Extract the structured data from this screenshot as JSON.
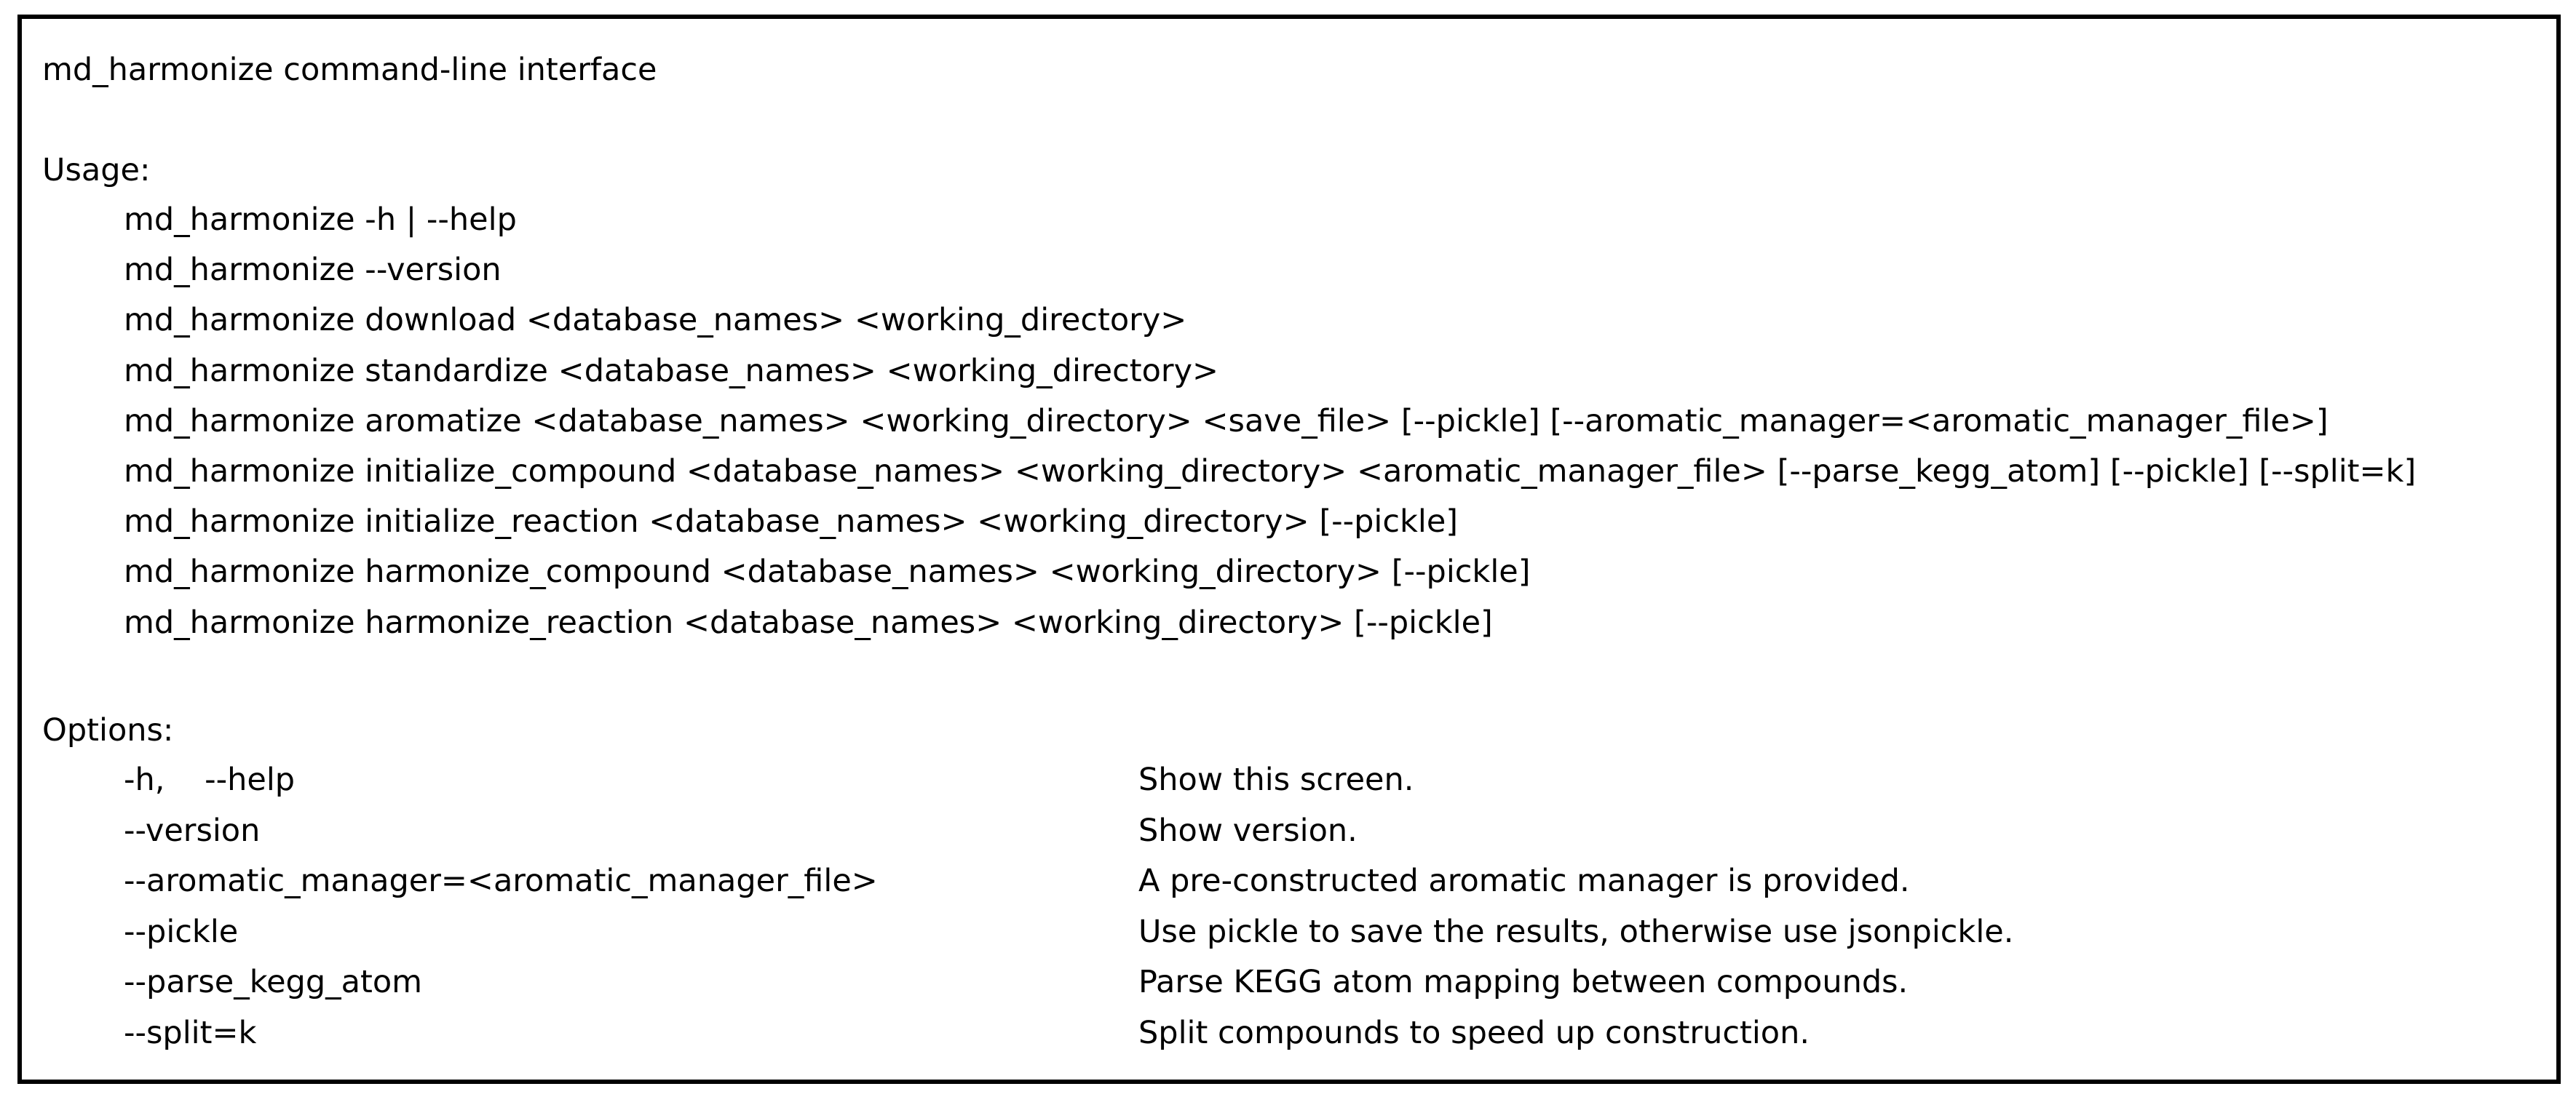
{
  "title": "md_harmonize command-line interface",
  "usage": {
    "heading": "Usage:",
    "lines": [
      "md_harmonize -h | --help",
      "md_harmonize --version",
      "md_harmonize download <database_names> <working_directory>",
      "md_harmonize standardize <database_names> <working_directory>",
      "md_harmonize aromatize <database_names> <working_directory> <save_file> [--pickle] [--aromatic_manager=<aromatic_manager_file>]",
      "md_harmonize initialize_compound <database_names> <working_directory> <aromatic_manager_file> [--parse_kegg_atom] [--pickle] [--split=k]",
      "md_harmonize initialize_reaction <database_names> <working_directory> [--pickle]",
      "md_harmonize harmonize_compound <database_names> <working_directory> [--pickle]",
      "md_harmonize harmonize_reaction <database_names> <working_directory> [--pickle]"
    ]
  },
  "options": {
    "heading": "Options:",
    "rows": [
      {
        "flag": "-h,    --help",
        "description": "Show this screen."
      },
      {
        "flag": "--version",
        "description": "Show version."
      },
      {
        "flag": "--aromatic_manager=<aromatic_manager_file>",
        "description": "A pre-constructed aromatic manager is provided."
      },
      {
        "flag": "--pickle",
        "description": "Use pickle to save the results, otherwise use jsonpickle."
      },
      {
        "flag": "--parse_kegg_atom",
        "description": "Parse KEGG atom mapping between compounds."
      },
      {
        "flag": "--split=k",
        "description": "Split compounds to speed up construction."
      }
    ]
  }
}
